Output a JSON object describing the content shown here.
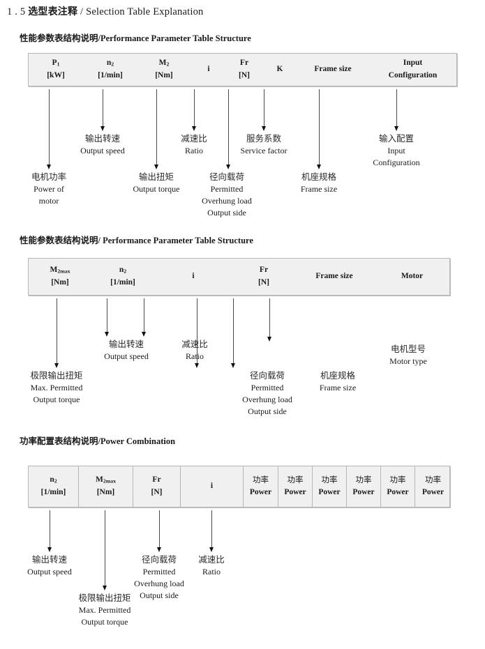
{
  "document": {
    "title_number": "1 . 5",
    "title_cn": "选型表注释",
    "title_sep": "/",
    "title_en": "Selection Table Explanation"
  },
  "sections": [
    {
      "heading": {
        "cn": "性能参数表结构说明",
        "sep": "/",
        "en": "Performance Parameter Table Structure"
      },
      "table": {
        "columns": [
          {
            "symbol": "P",
            "sub": "1",
            "unit": "[kW]"
          },
          {
            "symbol": "n",
            "sub": "2",
            "unit": "[1/min]"
          },
          {
            "symbol": "M",
            "sub": "2",
            "unit": "[Nm]"
          },
          {
            "symbol": "i",
            "sub": "",
            "unit": ""
          },
          {
            "symbol": "Fr",
            "sub": "",
            "unit": "[N]"
          },
          {
            "symbol": "K",
            "sub": "",
            "unit": ""
          },
          {
            "symbol": "Frame size",
            "sub": "",
            "unit": ""
          },
          {
            "symbol": "Input",
            "sub": "",
            "unit": "Configuration"
          }
        ]
      },
      "notes": [
        {
          "cn": "电机功率",
          "en": [
            "Power of",
            "motor"
          ]
        },
        {
          "cn": "输出转速",
          "en": [
            "Output speed"
          ]
        },
        {
          "cn": "输出扭矩",
          "en": [
            "Output torque"
          ]
        },
        {
          "cn": "减速比",
          "en": [
            "Ratio"
          ]
        },
        {
          "cn": "径向载荷",
          "en": [
            "Permitted",
            "Overhung load",
            "Output side"
          ]
        },
        {
          "cn": "服务系数",
          "en": [
            "Service factor"
          ]
        },
        {
          "cn": "机座规格",
          "en": [
            "Frame size"
          ]
        },
        {
          "cn": "输入配置",
          "en": [
            "Input",
            "Configuration"
          ]
        }
      ]
    },
    {
      "heading": {
        "cn": "性能参数表结构说明",
        "sep": "/",
        "en": "Performance Parameter Table Structure"
      },
      "table": {
        "columns": [
          {
            "symbol": "M",
            "sub": "2max",
            "unit": "[Nm]"
          },
          {
            "symbol": "n",
            "sub": "2",
            "unit": "[1/min]"
          },
          {
            "symbol": "i",
            "sub": "",
            "unit": ""
          },
          {
            "symbol": "Fr",
            "sub": "",
            "unit": "[N]"
          },
          {
            "symbol": "Frame size",
            "sub": "",
            "unit": ""
          },
          {
            "symbol": "Motor",
            "sub": "",
            "unit": ""
          }
        ]
      },
      "notes": [
        {
          "cn": "极限输出扭矩",
          "en": [
            "Max. Permitted",
            "Output  torque"
          ]
        },
        {
          "cn": "输出转速",
          "en": [
            "Output speed"
          ]
        },
        {
          "cn": "减速比",
          "en": [
            "Ratio"
          ]
        },
        {
          "cn": "径向载荷",
          "en": [
            "Permitted",
            "Overhung load",
            "Output side"
          ]
        },
        {
          "cn": "机座规格",
          "en": [
            "Frame size"
          ]
        },
        {
          "cn": "电机型号",
          "en": [
            "Motor type"
          ]
        }
      ]
    },
    {
      "heading": {
        "cn": "功率配置表结构说明",
        "sep": "/",
        "en": "Power Combination"
      },
      "table": {
        "columns": [
          {
            "symbol": "n",
            "sub": "2",
            "unit": "[1/min]"
          },
          {
            "symbol": "M",
            "sub": "2max",
            "unit": "[Nm]"
          },
          {
            "symbol": "Fr",
            "sub": "",
            "unit": "[N]"
          },
          {
            "symbol": "i",
            "sub": "",
            "unit": ""
          },
          {
            "symbol_cn": "功率",
            "unit": "Power"
          },
          {
            "symbol_cn": "功率",
            "unit": "Power"
          },
          {
            "symbol_cn": "功率",
            "unit": "Power"
          },
          {
            "symbol_cn": "功率",
            "unit": "Power"
          },
          {
            "symbol_cn": "功率",
            "unit": "Power"
          },
          {
            "symbol_cn": "功率",
            "unit": "Power"
          }
        ]
      },
      "notes": [
        {
          "cn": "输出转速",
          "en": [
            "Output speed"
          ]
        },
        {
          "cn": "极限输出扭矩",
          "en": [
            "Max. Permitted",
            "Output  torque"
          ]
        },
        {
          "cn": "径向载荷",
          "en": [
            "Permitted",
            "Overhung load",
            "Output side"
          ]
        },
        {
          "cn": "减速比",
          "en": [
            "Ratio"
          ]
        }
      ]
    }
  ],
  "colors": {
    "table_fill": "#f0f0f0",
    "table_border": "#b6b6b6",
    "arrow": "#111111",
    "text": "#1a1a1a"
  }
}
